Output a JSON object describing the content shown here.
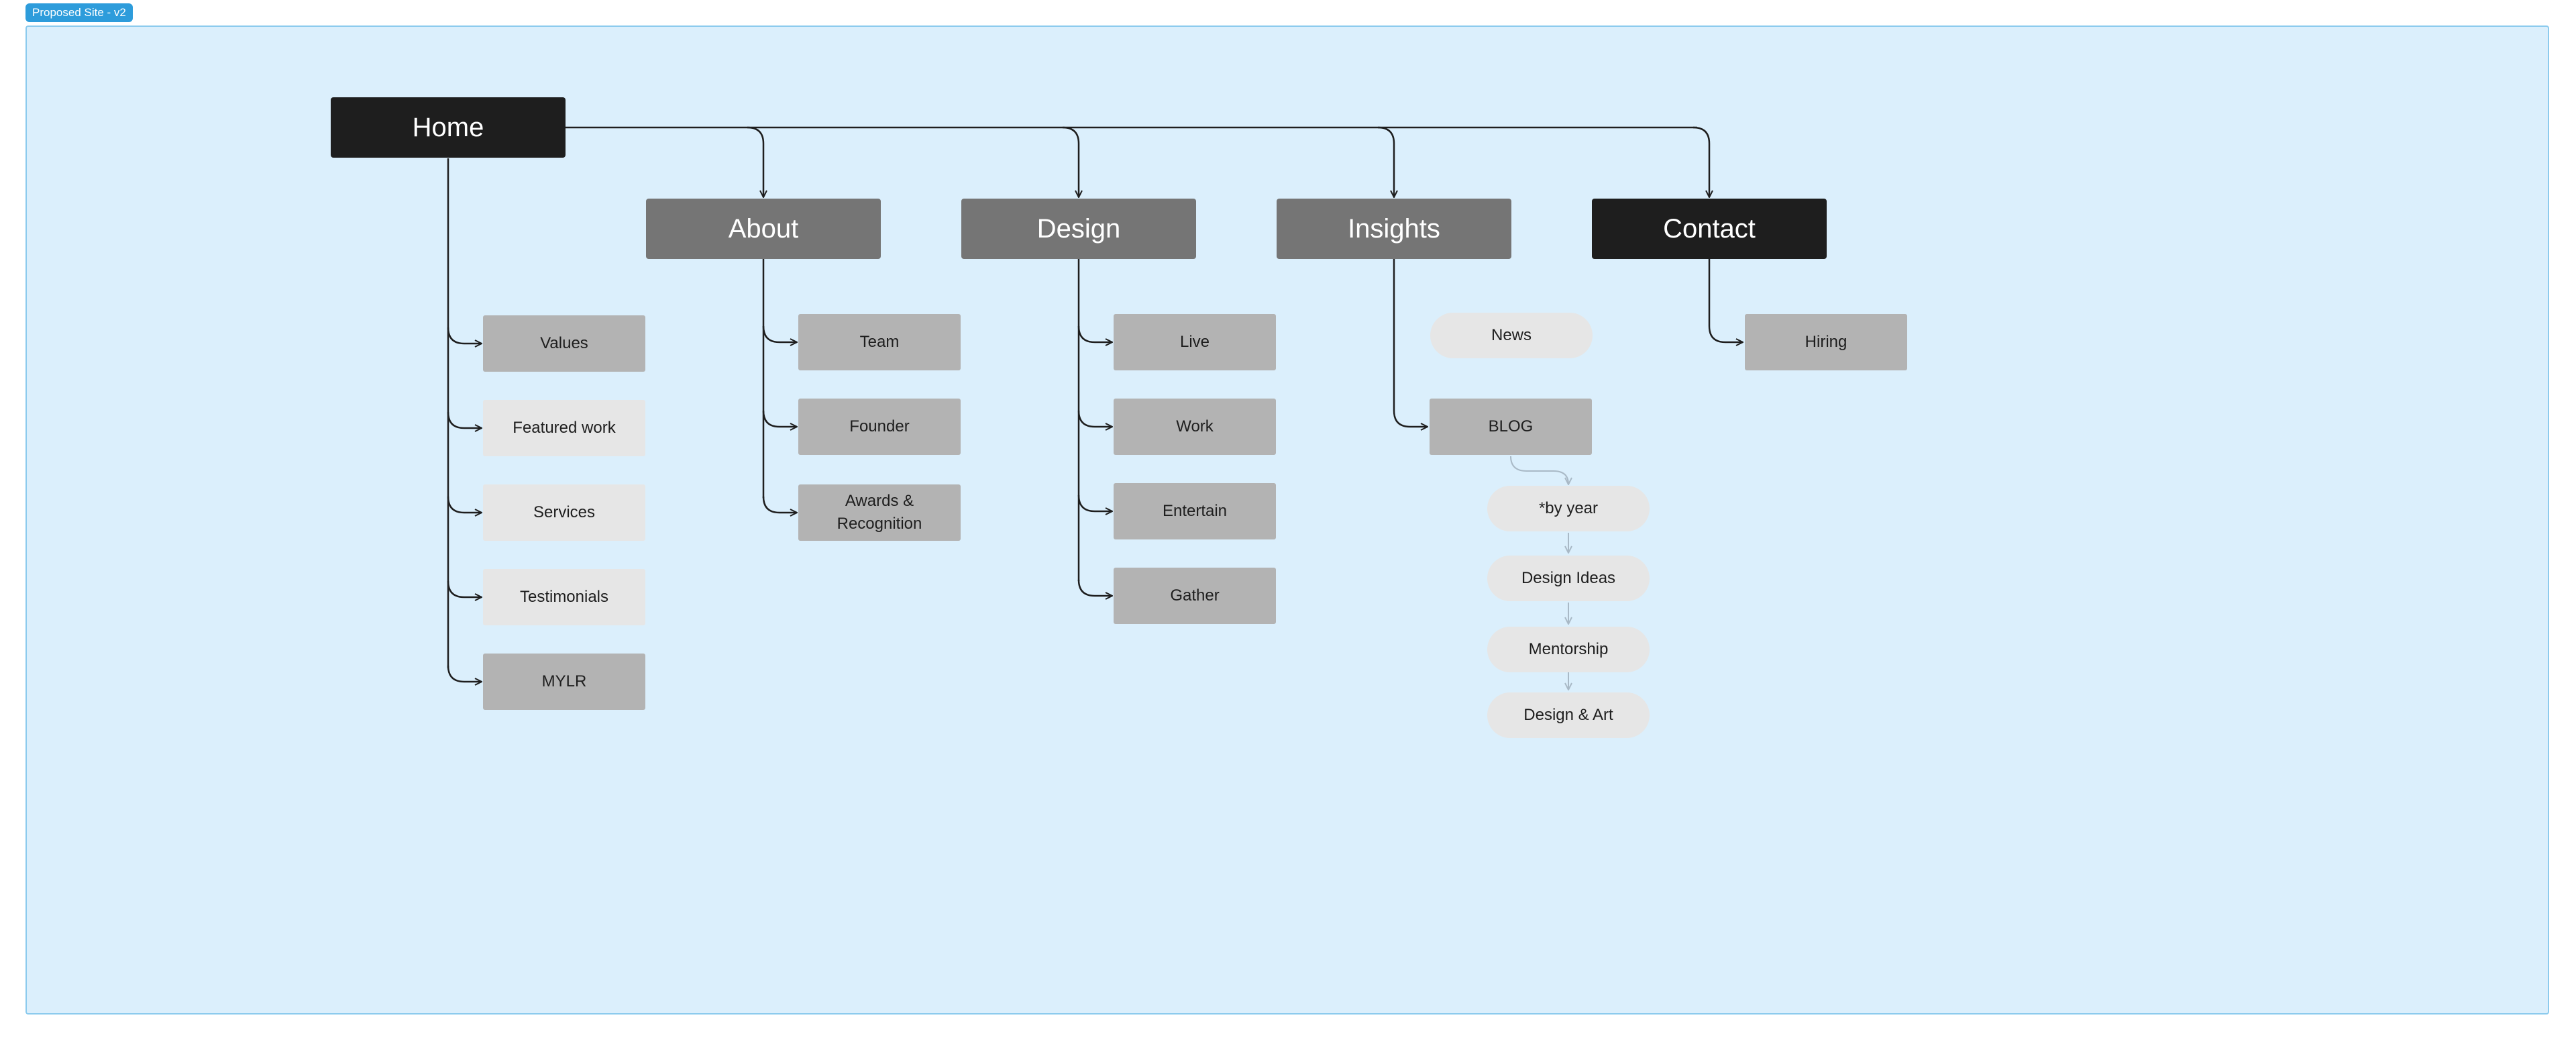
{
  "frame": {
    "label": "Proposed Site - v2",
    "background": "#dbeffc",
    "border": "#8ccbee",
    "label_color": "#2d9cdb"
  },
  "colors": {
    "primary_node": "#1e1e1e",
    "section_node": "#757575",
    "page_node": "#b3b3b3",
    "light_node": "#e6e6e6",
    "connector": "#1e1e1e",
    "faint_connector": "#a9b9c6"
  },
  "home": {
    "label": "Home"
  },
  "sections": [
    {
      "label": "About",
      "style": "grey"
    },
    {
      "label": "Design",
      "style": "grey"
    },
    {
      "label": "Insights",
      "style": "grey"
    },
    {
      "label": "Contact",
      "style": "dark"
    }
  ],
  "home_pages": [
    {
      "label": "Values",
      "style": "grey"
    },
    {
      "label": "Featured work",
      "style": "light"
    },
    {
      "label": "Services",
      "style": "light"
    },
    {
      "label": "Testimonials",
      "style": "light"
    },
    {
      "label": "MYLR",
      "style": "grey"
    }
  ],
  "about_pages": [
    {
      "label": "Team"
    },
    {
      "label": "Founder"
    },
    {
      "label": "Awards & Recognition"
    }
  ],
  "design_pages": [
    {
      "label": "Live"
    },
    {
      "label": "Work"
    },
    {
      "label": "Entertain"
    },
    {
      "label": "Gather"
    }
  ],
  "insights_pages": {
    "news": "News",
    "blog": "BLOG",
    "blog_flow": [
      "*by year",
      "Design Ideas",
      "Mentorship",
      "Design & Art"
    ]
  },
  "contact_pages": [
    {
      "label": "Hiring"
    }
  ]
}
